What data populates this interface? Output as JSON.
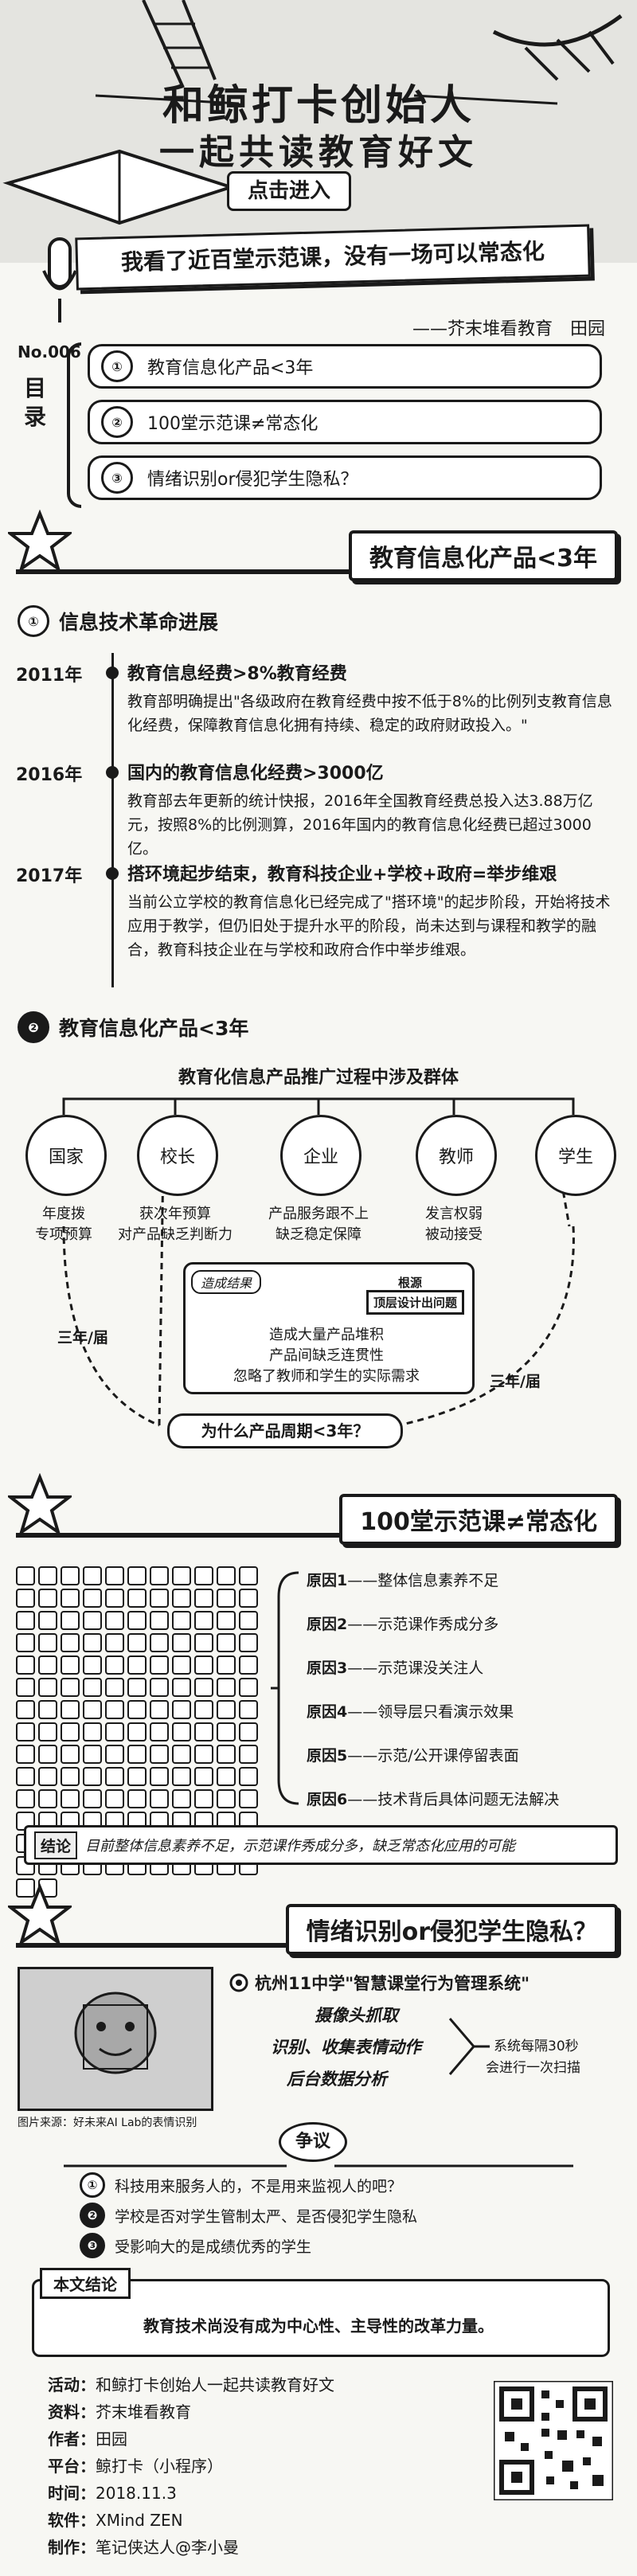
{
  "header": {
    "title_line1": "和鲸打卡创始人",
    "title_line2": "一起共读教育好文",
    "enter_button": "点击进入",
    "subtitle": "我看了近百堂示范课，没有一场可以常态化",
    "author_line": "——芥末堆看教育　田园"
  },
  "toc": {
    "issue": "No.006",
    "label": "目录",
    "items": [
      {
        "num": "①",
        "text": "教育信息化产品<3年"
      },
      {
        "num": "②",
        "text": "100堂示范课≠常态化"
      },
      {
        "num": "③",
        "text": "情绪识别or侵犯学生隐私？"
      }
    ]
  },
  "section1": {
    "title": "教育信息化产品<3年",
    "sub1_num": "①",
    "sub1_title": "信息技术革命进展",
    "timeline": [
      {
        "year": "2011年",
        "headline": "教育信息经费>8%教育经费",
        "body": "教育部明确提出\"各级政府在教育经费中按不低于8%的比例列支教育信息化经费，保障教育信息化拥有持续、稳定的政府财政投入。\""
      },
      {
        "year": "2016年",
        "headline": "国内的教育信息化经费>3000亿",
        "body": "教育部去年更新的统计快报，2016年全国教育经费总投入达3.88万亿元，按照8%的比例测算，2016年国内的教育信息化经费已超过3000亿。"
      },
      {
        "year": "2017年",
        "headline": "搭环境起步结束，教育科技企业+学校+政府=举步维艰",
        "body": "当前公立学校的教育信息化已经完成了\"搭环境\"的起步阶段，开始将技术应用于教学，但仍旧处于提升水平的阶段，尚未达到与课程和教学的融合，教育科技企业在与学校和政府合作中举步维艰。"
      }
    ],
    "sub2_num": "❷",
    "sub2_title": "教育信息化产品<3年",
    "diagram": {
      "title": "教育化信息产品推广过程中涉及群体",
      "nodes": [
        {
          "label": "国家",
          "desc1": "年度拨",
          "desc2": "专项预算"
        },
        {
          "label": "校长",
          "desc1": "获次年预算",
          "desc2": "对产品缺乏判断力"
        },
        {
          "label": "企业",
          "desc1": "产品服务跟不上",
          "desc2": "缺乏稳定保障"
        },
        {
          "label": "教师",
          "desc1": "发言权弱",
          "desc2": "被动接受"
        },
        {
          "label": "学生",
          "desc1": "",
          "desc2": ""
        }
      ],
      "left_cycle": "三年/届",
      "right_cycle": "三年/届",
      "result_label": "造成结果",
      "root_label1": "根源",
      "root_label2": "顶层设计出问题",
      "results": [
        "造成大量产品堆积",
        "产品间缺乏连贯性",
        "忽略了教师和学生的实际需求"
      ],
      "question": "为什么产品周期<3年？"
    }
  },
  "section2": {
    "title": "100堂示范课≠常态化",
    "reasons": [
      {
        "label": "原因1",
        "text": "——整体信息素养不足"
      },
      {
        "label": "原因2",
        "text": "——示范课作秀成分多"
      },
      {
        "label": "原因3",
        "text": "——示范课没关注人"
      },
      {
        "label": "原因4",
        "text": "——领导层只看演示效果"
      },
      {
        "label": "原因5",
        "text": "——示范/公开课停留表面"
      },
      {
        "label": "原因6",
        "text": "——技术背后具体问题无法解决"
      }
    ],
    "conclusion_label": "结论",
    "conclusion_text": "目前整体信息素养不足，示范课作秀成分多，缺乏常态化应用的可能"
  },
  "section3": {
    "title": "情绪识别or侵犯学生隐私？",
    "photo_caption": "图片来源：好未来AI Lab的表情识别",
    "school_title": "杭州11中学\"智慧课堂行为管理系统\"",
    "steps": [
      "摄像头抓取",
      "识别、收集表情动作",
      "后台数据分析"
    ],
    "steps_note1": "系统每隔30秒",
    "steps_note2": "会进行一次扫描",
    "dispute_label": "争议",
    "disputes": [
      {
        "num": "①",
        "text": "科技用来服务人的，不是用来监视人的吧？"
      },
      {
        "num": "❷",
        "text": "学校是否对学生管制太严、是否侵犯学生隐私"
      },
      {
        "num": "❸",
        "text": "受影响大的是成绩优秀的学生"
      }
    ],
    "final_label": "本文结论",
    "final_text": "教育技术尚没有成为中心性、主导性的改革力量。"
  },
  "footer": {
    "rows": [
      {
        "k": "活动：",
        "v": "和鲸打卡创始人一起共读教育好文"
      },
      {
        "k": "资料：",
        "v": "芥末堆看教育"
      },
      {
        "k": "作者：",
        "v": "田园"
      },
      {
        "k": "平台：",
        "v": "鲸打卡（小程序）"
      },
      {
        "k": "时间：",
        "v": "2018.11.3"
      },
      {
        "k": "软件：",
        "v": "XMind ZEN"
      },
      {
        "k": "制作：",
        "v": "笔记侠达人@李小曼"
      }
    ]
  }
}
